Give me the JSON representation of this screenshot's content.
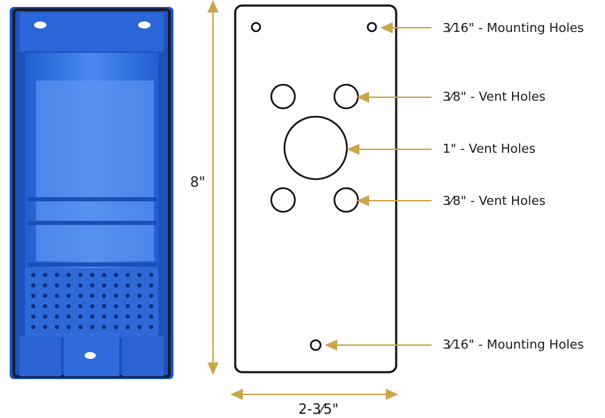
{
  "colors": {
    "accent": "#c9a64a",
    "box": "#2f6fdc",
    "outline": "#111111"
  },
  "labels": {
    "top_mounting": "3⁄16\" - Mounting Holes",
    "vent_small_top": "3⁄8\" - Vent Holes",
    "vent_large": "1\" - Vent Holes",
    "vent_small_bottom": "3⁄8\" - Vent Holes",
    "bottom_mounting": "3⁄16\" - Mounting Holes"
  },
  "dimensions": {
    "height": "8\"",
    "width": "2-3⁄5\""
  }
}
